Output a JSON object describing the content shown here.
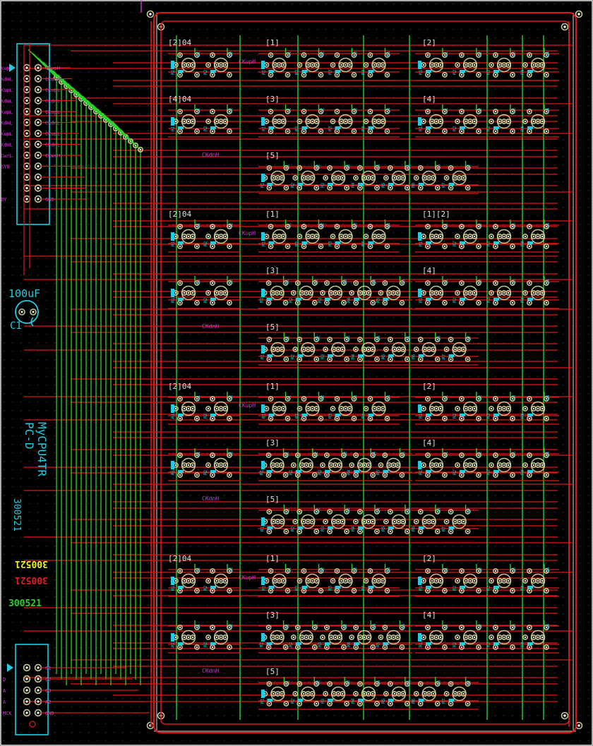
{
  "colors": {
    "background": "#000000",
    "grid": "#3a3a3a",
    "trace_red": "#e01818",
    "trace_green": "#28d228",
    "pad_ring": "#c8c896",
    "pad_hole": "#ffffff",
    "component_cyan": "#22cbe0",
    "net_label_magenta": "#d23cd2",
    "text_yellow": "#f0f028",
    "text_red": "#e02020",
    "text_green": "#28d228"
  },
  "board": {
    "title_line1": "MyCPU4TR",
    "title_line2": "PC-D",
    "date_cyan": "300521",
    "date_yellow_mirrored": "300521",
    "date_red_mirrored": "300521",
    "date_green": "300521",
    "capacitor_value": "100uF",
    "capacitor_ref": "C1"
  },
  "connector_top": {
    "left_labels": [
      "Kup",
      "KdnL",
      "KupL",
      "KdnL",
      "KupL",
      "KdnL",
      "KupL",
      "KdnL",
      "CwrL",
      "SYN",
      "",
      "",
      "BY"
    ],
    "right_labels": [
      "CKupH",
      "CKdnH",
      "CKupL",
      "CKdnL",
      "CKupL",
      "CKdnL",
      "CKupL",
      "CKdnL",
      "CKwrH",
      "",
      "",
      "",
      "GND"
    ]
  },
  "connector_bottom": {
    "left_labels": [
      "",
      "D",
      "A",
      "A",
      "MCK"
    ],
    "right_labels": [
      "C1",
      "C2",
      "C3",
      "A2",
      "GND"
    ]
  },
  "net_labels": {
    "ckuph": "CKupH",
    "ckdnh": "CKdnH"
  },
  "groups": [
    {
      "name": "group-1",
      "rows": [
        {
          "blocks": [
            {
              "label": "[2]04"
            },
            {
              "label": "[1]"
            },
            {
              "label": "[2]"
            }
          ]
        },
        {
          "blocks": [
            {
              "label": "[4]04"
            },
            {
              "label": "[3]"
            },
            {
              "label": "[4]"
            }
          ]
        },
        {
          "blocks": [
            {
              "label": "[5]"
            }
          ]
        }
      ]
    },
    {
      "name": "group-2",
      "rows": [
        {
          "blocks": [
            {
              "label": "[2]04"
            },
            {
              "label": "[1]"
            },
            {
              "label": "[1][2]"
            }
          ]
        },
        {
          "blocks": [
            {
              "label": "[3]"
            },
            {
              "label": "[4]"
            }
          ]
        },
        {
          "blocks": [
            {
              "label": "[5]"
            }
          ]
        }
      ]
    },
    {
      "name": "group-3",
      "rows": [
        {
          "blocks": [
            {
              "label": "[2]04"
            },
            {
              "label": "[1]"
            },
            {
              "label": "[2]"
            }
          ]
        },
        {
          "blocks": [
            {
              "label": "[3]"
            },
            {
              "label": "[4]"
            }
          ]
        },
        {
          "blocks": [
            {
              "label": "[5]"
            }
          ]
        }
      ]
    },
    {
      "name": "group-4",
      "rows": [
        {
          "blocks": [
            {
              "label": "[2]04"
            },
            {
              "label": "[1]"
            },
            {
              "label": "[2]"
            }
          ]
        },
        {
          "blocks": [
            {
              "label": "[3]"
            },
            {
              "label": "[4]"
            }
          ]
        },
        {
          "blocks": [
            {
              "label": "[5]"
            }
          ]
        }
      ]
    }
  ]
}
